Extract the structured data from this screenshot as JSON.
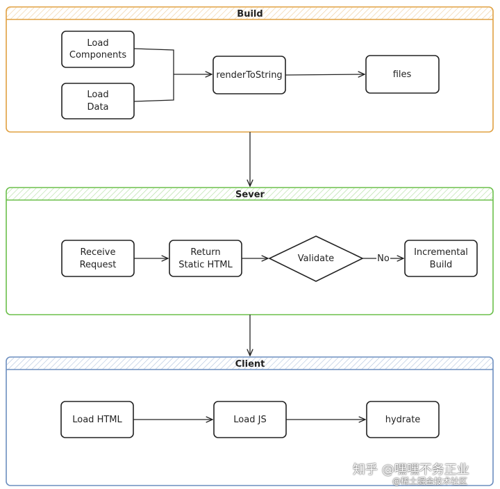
{
  "lanes": {
    "build": {
      "title": "Build",
      "color": "#e0a040"
    },
    "server": {
      "title": "Sever",
      "color": "#6bbf4a"
    },
    "client": {
      "title": "Client",
      "color": "#6c8ebf"
    }
  },
  "nodes": {
    "load_components": {
      "line1": "Load",
      "line2": "Components"
    },
    "load_data": {
      "line1": "Load",
      "line2": "Data"
    },
    "render_to_string": {
      "label": "renderToString"
    },
    "files": {
      "label": "files"
    },
    "receive_request": {
      "line1": "Receive",
      "line2": "Request"
    },
    "return_static_html": {
      "line1": "Return",
      "line2": "Static HTML"
    },
    "validate": {
      "label": "Validate"
    },
    "incremental_build": {
      "line1": "Incremental",
      "line2": "Build"
    },
    "load_html": {
      "label": "Load HTML"
    },
    "load_js": {
      "label": "Load JS"
    },
    "hydrate": {
      "label": "hydrate"
    }
  },
  "edges": {
    "no_label": "No"
  },
  "watermark": {
    "line1": "知乎 @嘿嘿不务正业",
    "line2": "@稀土掘金技术社区"
  }
}
